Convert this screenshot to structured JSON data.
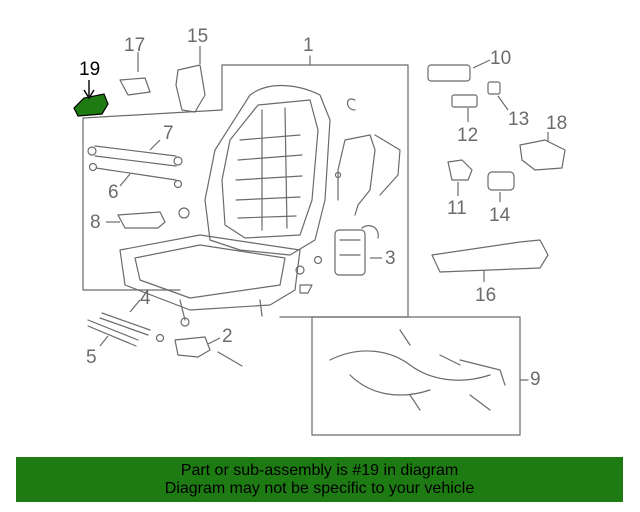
{
  "diagram": {
    "callouts": [
      "1",
      "2",
      "3",
      "4",
      "5",
      "6",
      "7",
      "8",
      "9",
      "10",
      "11",
      "12",
      "13",
      "14",
      "15",
      "16",
      "17",
      "18",
      "19"
    ],
    "highlighted_part": "19",
    "highlight_color": "#1e7a12",
    "line_color": "#6b6b6b"
  },
  "banner": {
    "line1": "Part or sub-assembly is #19 in diagram",
    "line2": "Diagram may not be specific to your vehicle",
    "background": "#1e7a12"
  }
}
